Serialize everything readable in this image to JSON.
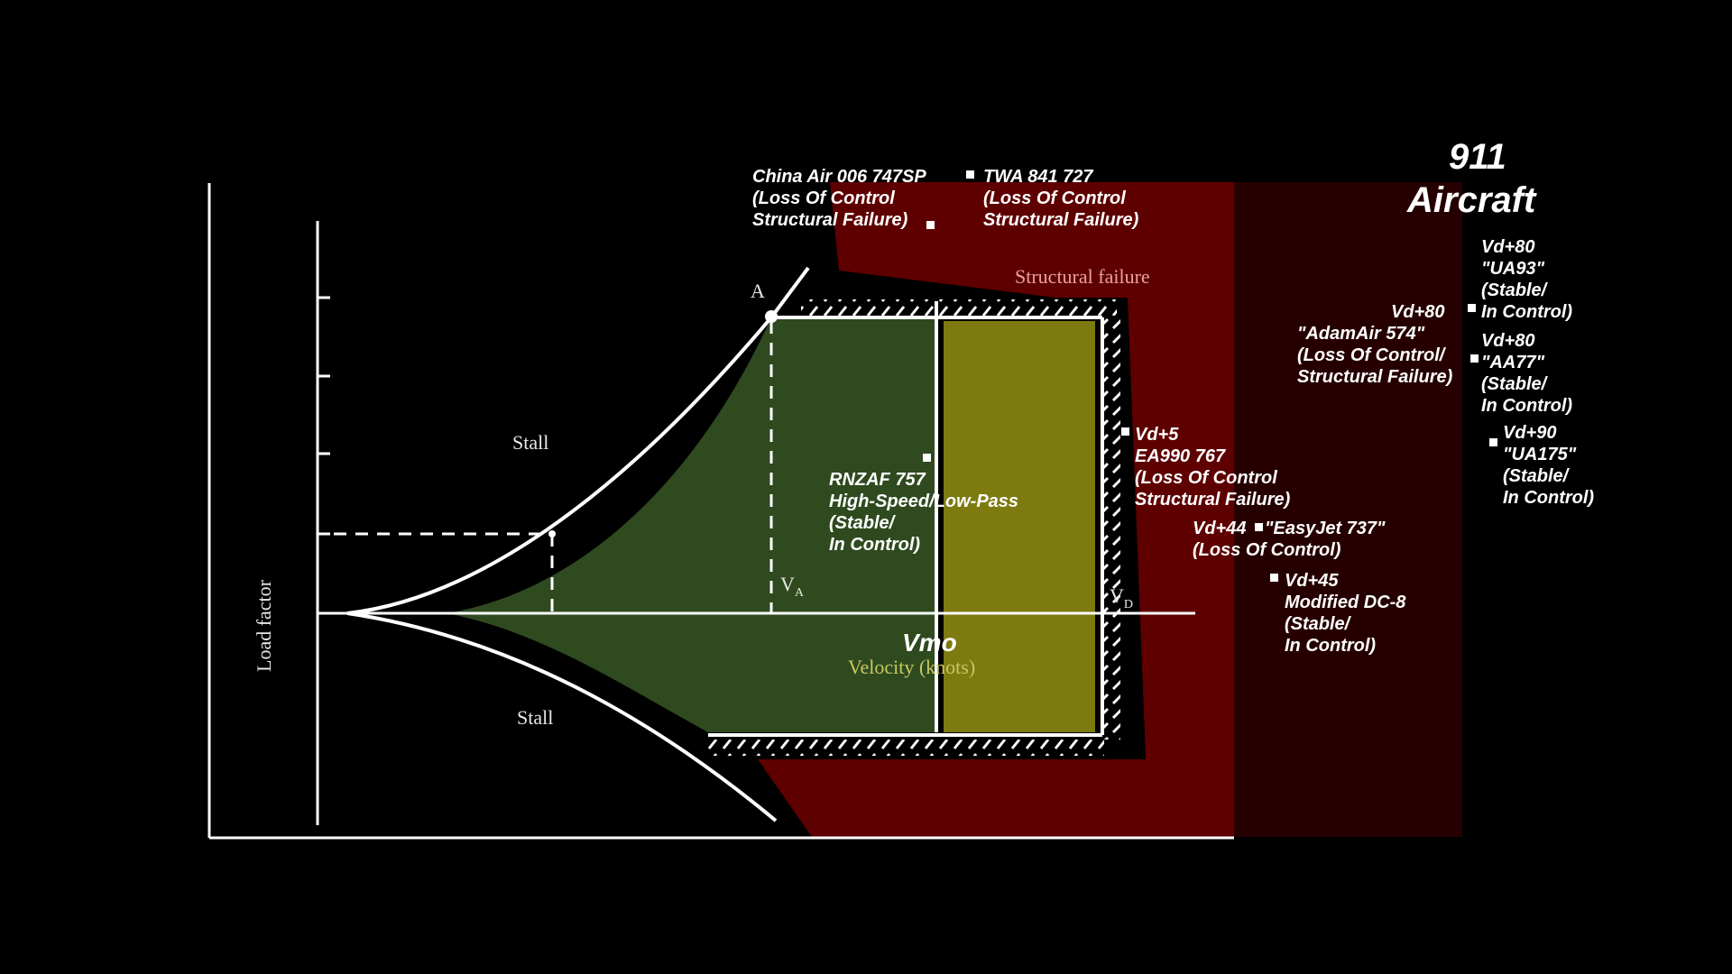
{
  "header": {
    "line1": "911",
    "line2": "Aircraft"
  },
  "diagram": {
    "y_axis_label": "Load factor",
    "x_axis_label": "Velocity (knots)",
    "stall_upper": "Stall",
    "stall_lower": "Stall",
    "point_a": "A",
    "va_label": "V",
    "va_sub": "A",
    "vd_label": "V",
    "vd_sub": "D",
    "vmo_label": "Vmo",
    "structural_failure": "Structural failure"
  },
  "events": [
    {
      "id": "china-air",
      "lines": [
        "China Air 006 747SP",
        "(Loss Of Control",
        "Structural Failure)"
      ]
    },
    {
      "id": "twa-841",
      "lines": [
        "TWA 841 727",
        "(Loss Of Control",
        "Structural Failure)"
      ]
    },
    {
      "id": "rnzaf-757",
      "lines": [
        "RNZAF 757",
        "High-Speed/Low-Pass",
        "(Stable/",
        "In Control)"
      ]
    },
    {
      "id": "ea990",
      "lines": [
        "Vd+5",
        "EA990 767",
        "(Loss Of Control",
        "Structural Failure)"
      ]
    },
    {
      "id": "easyjet",
      "lines": [
        "Vd+44",
        "\"EasyJet 737\"",
        "(Loss Of Control)"
      ]
    },
    {
      "id": "dc8",
      "lines": [
        "Vd+45",
        "Modified DC-8",
        "(Stable/",
        "In Control)"
      ]
    },
    {
      "id": "adamair",
      "lines": [
        "Vd+80",
        "\"AdamAir 574\"",
        "(Loss Of Control/",
        "Structural Failure)"
      ]
    },
    {
      "id": "ua93",
      "lines": [
        "Vd+80",
        "\"UA93\"",
        "(Stable/",
        "In Control)"
      ]
    },
    {
      "id": "aa77",
      "lines": [
        "Vd+80",
        "\"AA77\"",
        "(Stable/",
        "In Control)"
      ]
    },
    {
      "id": "ua175",
      "lines": [
        "Vd+90",
        "\"UA175\"",
        "(Stable/",
        "In Control)"
      ]
    }
  ],
  "colors": {
    "background": "#000000",
    "structural_red": "#5e0000",
    "dark_red": "#260000",
    "normal_green": "#2f4a1f",
    "caution_yellow": "#7d7a10",
    "line": "#ffffff"
  }
}
